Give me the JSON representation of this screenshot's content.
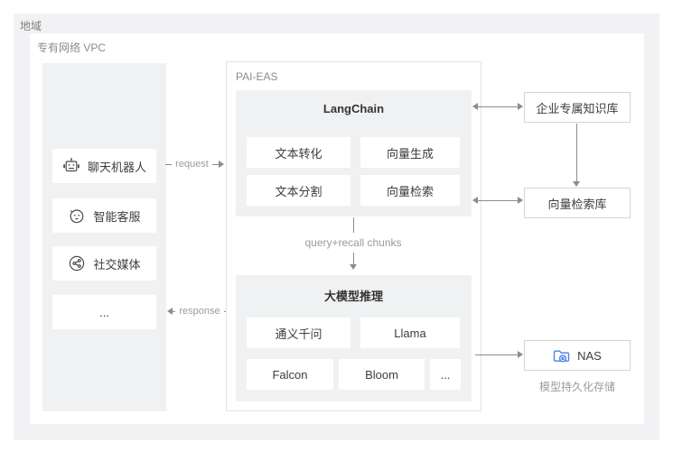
{
  "region": {
    "label": "地域"
  },
  "vpc": {
    "label": "专有网络 VPC"
  },
  "clients": {
    "items": [
      {
        "label": "聊天机器人",
        "icon": "robot-icon"
      },
      {
        "label": "智能客服",
        "icon": "smiley-icon"
      },
      {
        "label": "社交媒体",
        "icon": "share-icon"
      },
      {
        "label": "..."
      }
    ]
  },
  "flows": {
    "request": "request",
    "response": "response",
    "query": "query+recall chunks"
  },
  "paieas": {
    "label": "PAI-EAS",
    "langchain": {
      "title": "LangChain",
      "modules": [
        "文本转化",
        "向量生成",
        "文本分割",
        "向量检索"
      ]
    },
    "llm": {
      "title": "大模型推理",
      "models": [
        "通义千问",
        "Llama",
        "Falcon",
        "Bloom",
        "..."
      ]
    }
  },
  "right": {
    "knowledge_base": "企业专属知识库",
    "vector_store": "向量检索库",
    "nas": {
      "label": "NAS",
      "caption": "模型持久化存储"
    }
  },
  "colors": {
    "panel_gray": "#f2f2f4",
    "block_gray": "#f0f1f2",
    "border_gray": "#d4d4d4",
    "arrow_gray": "#8c8c8c",
    "text_dark": "#3d3d3d",
    "text_gray": "#9b9b9b",
    "accent_blue": "#4b7cec"
  }
}
